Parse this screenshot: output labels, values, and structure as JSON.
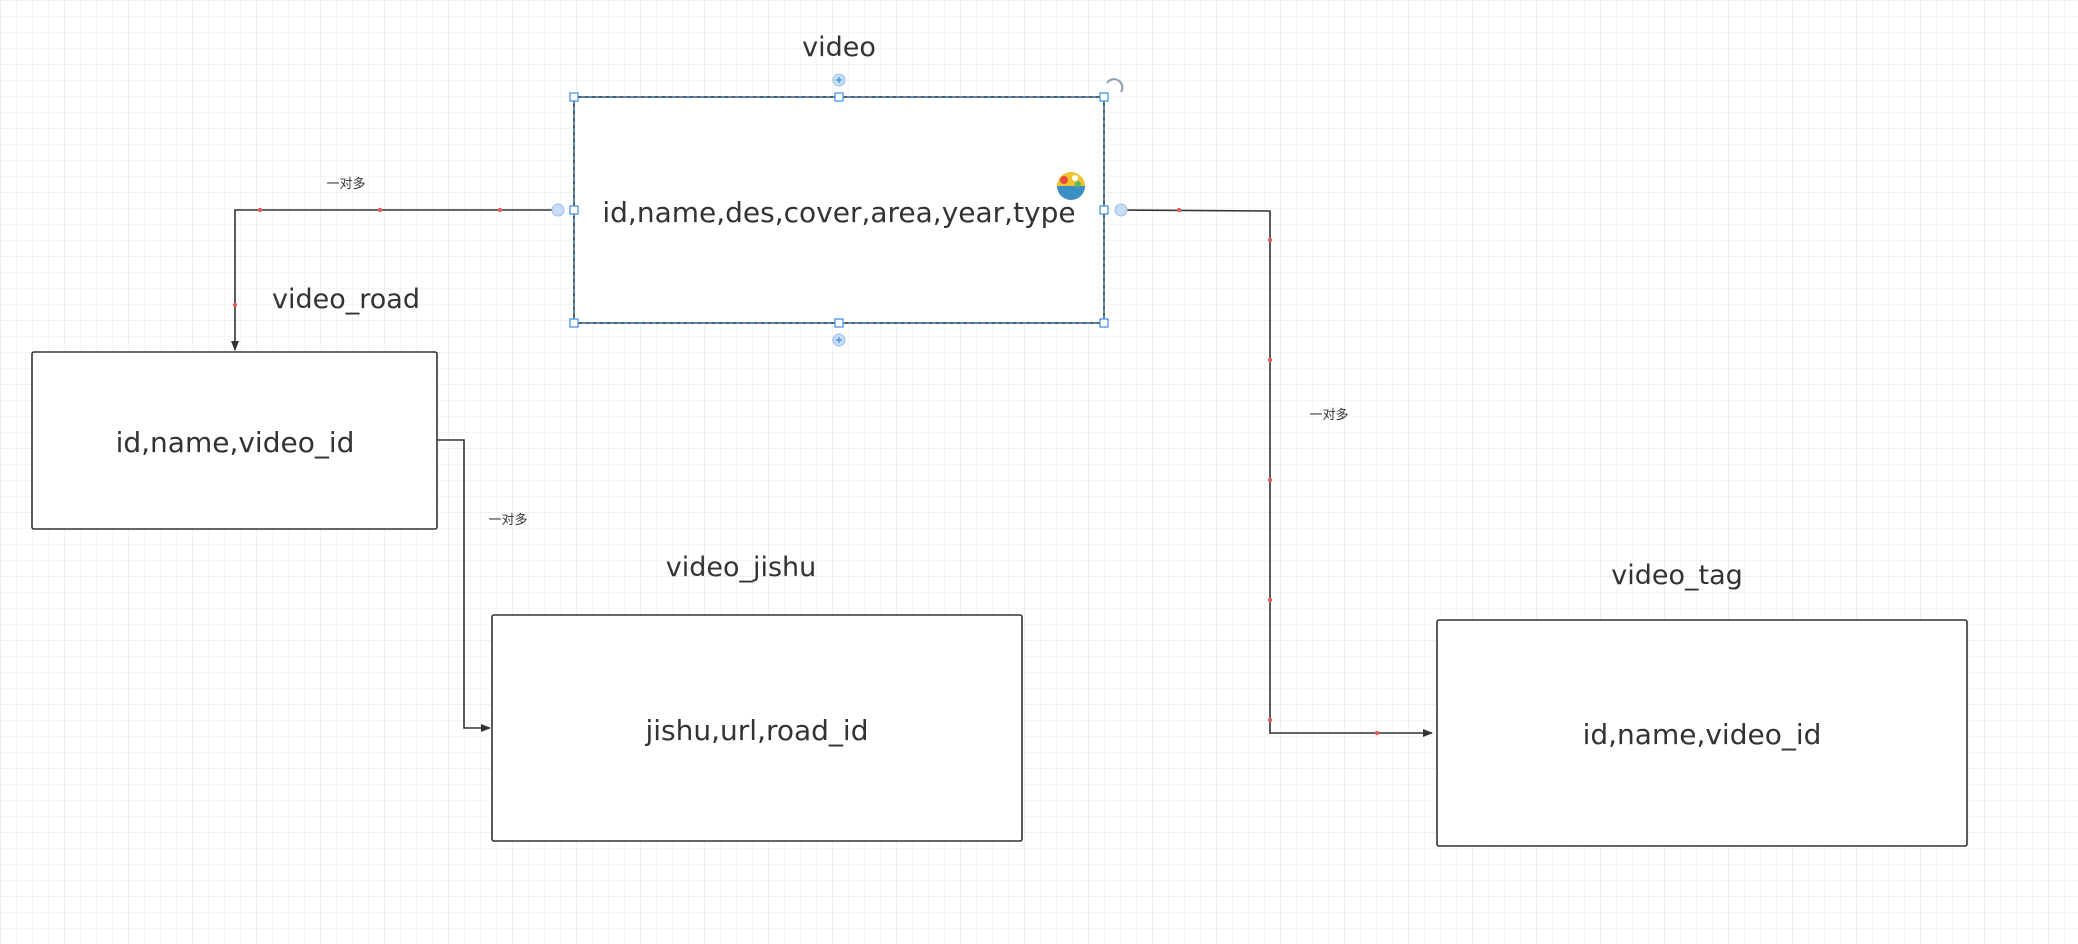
{
  "diagram": {
    "entities": [
      {
        "key": "video",
        "title": "video",
        "fields": "id,name,des,cover,area,year,type",
        "selected": true
      },
      {
        "key": "video_road",
        "title": "video_road",
        "fields": "id,name,video_id",
        "selected": false
      },
      {
        "key": "video_jishu",
        "title": "video_jishu",
        "fields": "jishu,url,road_id",
        "selected": false
      },
      {
        "key": "video_tag",
        "title": "video_tag",
        "fields": "id,name,video_id",
        "selected": false
      }
    ],
    "relations": [
      {
        "key": "video_to_road",
        "label": "一对多"
      },
      {
        "key": "road_to_jishu",
        "label": "一对多"
      },
      {
        "key": "video_to_tag",
        "label": "一对多"
      }
    ],
    "colors": {
      "grid": "#e9e9e9",
      "line": "#333333",
      "selection": "#3a8ee6",
      "waypoint": "#e35d5d"
    }
  }
}
